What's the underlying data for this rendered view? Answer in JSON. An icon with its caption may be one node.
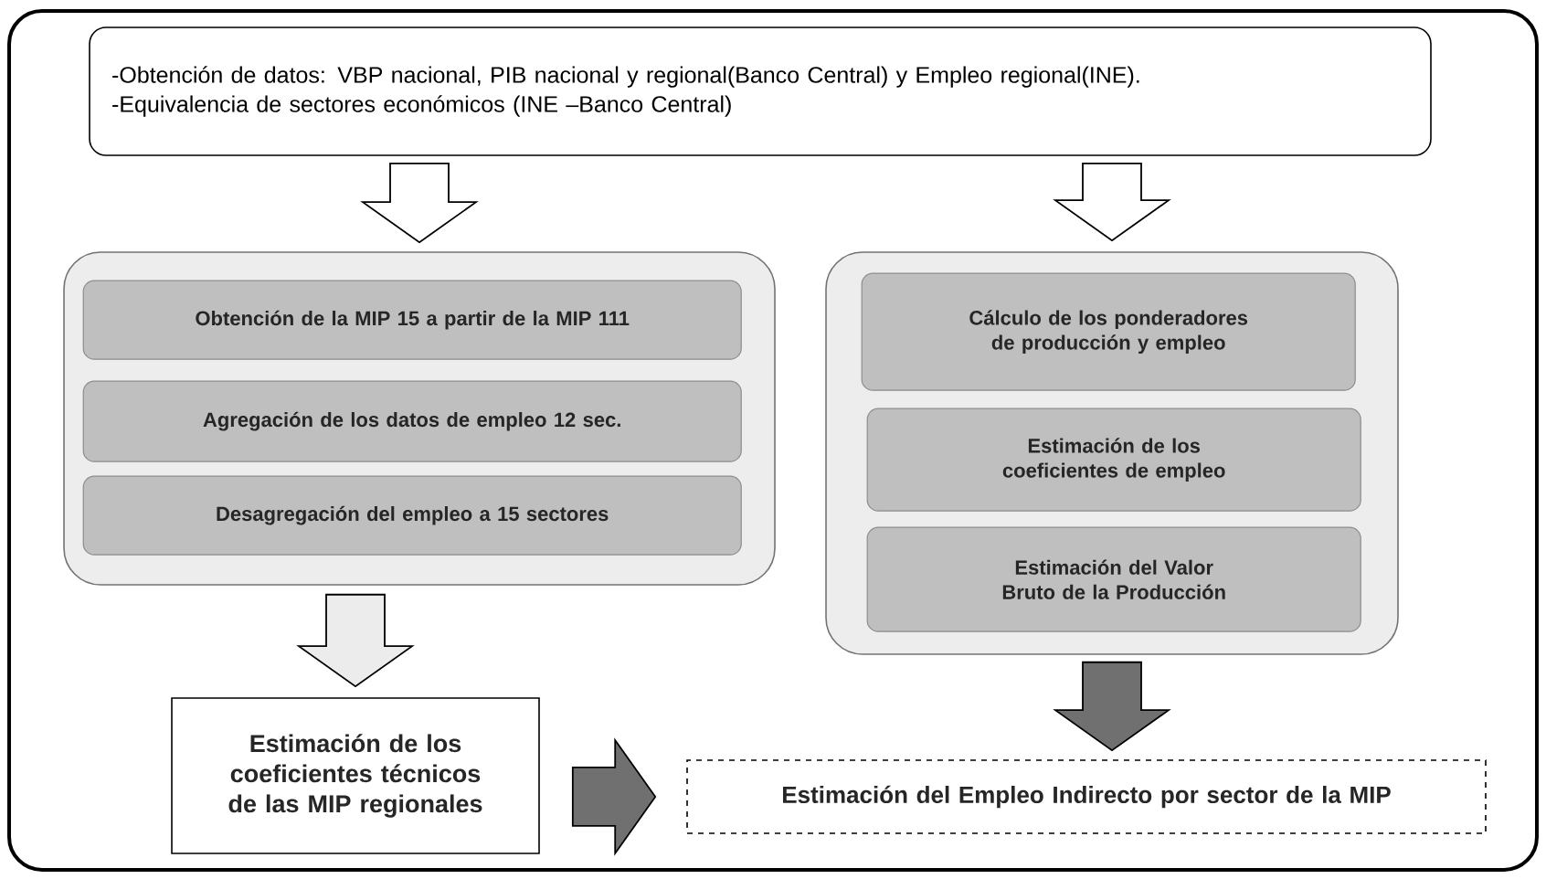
{
  "diagram": {
    "nodes": [
      {
        "text": [
          "-Obtención de datos: VBP nacional, PIB nacional y regional(Banco Central) y Empleo regional(INE).",
          "-Equivalencia de sectores económicos (INE –Banco Central)"
        ]
      },
      {
        "text": [],
        "shape": "box"
      },
      {
        "text": [
          "Obtención de la MIP 15 a partir de la MIP 111"
        ],
        "in": 1
      },
      {
        "text": [
          "Agregación de los datos de empleo 12 sec."
        ],
        "in": 1
      },
      {
        "text": [
          "Desagregación del empleo a 15 sectores"
        ],
        "in": 1
      },
      {
        "text": [],
        "shape": "box"
      },
      {
        "text": [
          "Cálculo de los ponderadores de producción y empleo"
        ],
        "in": 5
      },
      {
        "text": [
          "Estimación de los coeficientes de empleo"
        ],
        "in": 5
      },
      {
        "text": [
          "Estimación del Valor Bruto de la Producción"
        ],
        "in": 5
      },
      {
        "text": [
          "Estimación de los coeficientes técnicos de las MIP regionales"
        ]
      },
      {
        "text": [
          "Estimación del Empleo Indirecto por sector de la MIP"
        ]
      }
    ],
    "edges": [
      {
        "from": 0,
        "to": 1,
        "arrow": "to"
      },
      {
        "from": 0,
        "to": 5,
        "arrow": "to"
      },
      {
        "from": 1,
        "to": 9,
        "arrow": "to",
        "color": "#ececec"
      },
      {
        "from": 5,
        "to": 10,
        "arrow": "to",
        "color": "#707070"
      },
      {
        "from": 9,
        "to": 10,
        "arrow": "to",
        "color": "#707070"
      }
    ]
  }
}
